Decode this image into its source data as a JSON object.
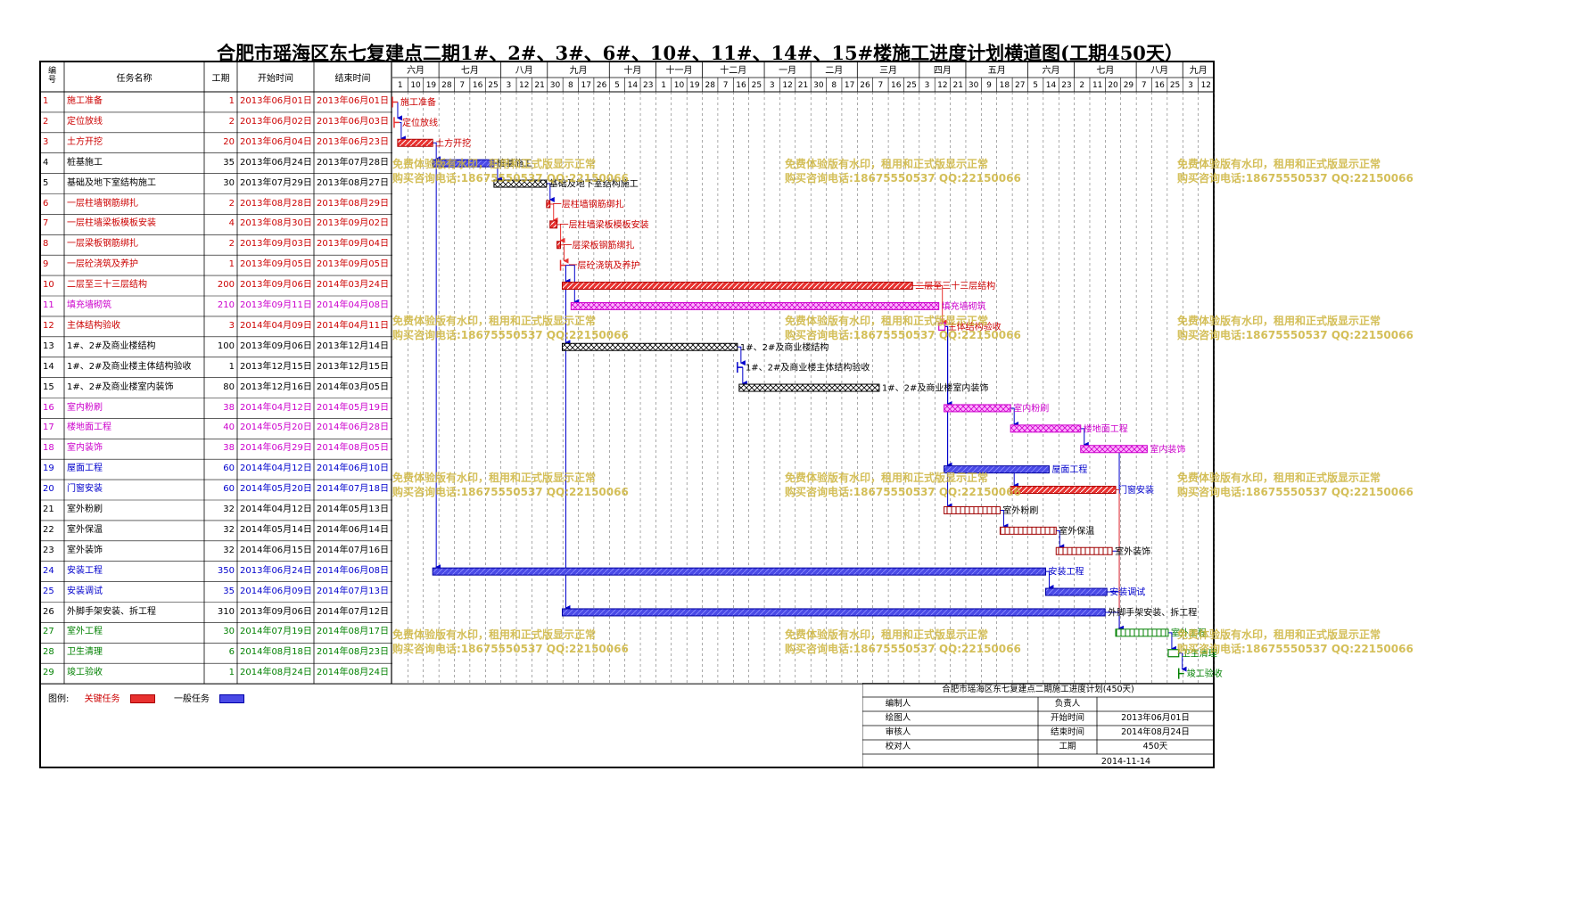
{
  "title": "合肥市瑶海区东七复建点二期1#、2#、3#、6#、10#、11#、14#、15#楼施工进度计划横道图(工期450天）",
  "table_headers": {
    "id": "编号",
    "name": "任务名称",
    "duration": "工期",
    "start": "开始时间",
    "end": "结束时间"
  },
  "colors": {
    "critical": "#e8312f",
    "general": "#4040e0",
    "red_text": "#cc0000",
    "blue_text": "#0000cc",
    "magenta_text": "#cc00cc",
    "green_text": "#008000",
    "black_text": "#000000"
  },
  "chart_data": {
    "type": "gantt",
    "months": [
      {
        "label": "六月",
        "days": [
          1,
          10,
          19
        ]
      },
      {
        "label": "七月",
        "days": [
          28,
          7,
          16,
          25
        ]
      },
      {
        "label": "八月",
        "days": [
          3,
          12,
          21
        ]
      },
      {
        "label": "九月",
        "days": [
          30,
          8,
          17,
          26
        ]
      },
      {
        "label": "十月",
        "days": [
          5,
          14,
          23
        ]
      },
      {
        "label": "十一月",
        "days": [
          1,
          10,
          19
        ]
      },
      {
        "label": "十二月",
        "days": [
          28,
          7,
          16,
          25
        ]
      },
      {
        "label": "一月",
        "days": [
          3,
          12,
          21
        ]
      },
      {
        "label": "二月",
        "days": [
          30,
          8,
          17
        ]
      },
      {
        "label": "三月",
        "days": [
          26,
          7,
          16,
          25
        ]
      },
      {
        "label": "四月",
        "days": [
          3,
          12,
          21
        ]
      },
      {
        "label": "五月",
        "days": [
          30,
          9,
          18,
          27
        ]
      },
      {
        "label": "六月",
        "days": [
          5,
          14,
          23
        ]
      },
      {
        "label": "七月",
        "days": [
          2,
          11,
          20,
          29
        ]
      },
      {
        "label": "八月",
        "days": [
          7,
          16,
          25
        ]
      },
      {
        "label": "九月",
        "days": [
          3,
          12
        ]
      }
    ],
    "tasks": [
      {
        "id": "1",
        "name": "施工准备",
        "duration": "1",
        "start": "2013年06月01日",
        "end": "2013年06月01日",
        "s": 0,
        "d": 1,
        "color": "red",
        "style": "milestone"
      },
      {
        "id": "2",
        "name": "定位放线",
        "duration": "2",
        "start": "2013年06月02日",
        "end": "2013年06月03日",
        "s": 1,
        "d": 2,
        "color": "red",
        "style": "milestone"
      },
      {
        "id": "3",
        "name": "土方开挖",
        "duration": "20",
        "start": "2013年06月04日",
        "end": "2013年06月23日",
        "s": 3,
        "d": 20,
        "color": "red",
        "style": "critical"
      },
      {
        "id": "4",
        "name": "桩基施工",
        "duration": "35",
        "start": "2013年06月24日",
        "end": "2013年07月28日",
        "s": 23,
        "d": 35,
        "color": "black",
        "style": "general"
      },
      {
        "id": "5",
        "name": "基础及地下室结构施工",
        "duration": "30",
        "start": "2013年07月29日",
        "end": "2013年08月27日",
        "s": 58,
        "d": 30,
        "color": "black",
        "style": "hatch"
      },
      {
        "id": "6",
        "name": "一层柱墙钢筋绑扎",
        "duration": "2",
        "start": "2013年08月28日",
        "end": "2013年08月29日",
        "s": 88,
        "d": 2,
        "color": "red",
        "style": "critical"
      },
      {
        "id": "7",
        "name": "一层柱墙梁板模板安装",
        "duration": "4",
        "start": "2013年08月30日",
        "end": "2013年09月02日",
        "s": 90,
        "d": 4,
        "color": "red",
        "style": "critical"
      },
      {
        "id": "8",
        "name": "一层梁板钢筋绑扎",
        "duration": "2",
        "start": "2013年09月03日",
        "end": "2013年09月04日",
        "s": 94,
        "d": 2,
        "color": "red",
        "style": "critical"
      },
      {
        "id": "9",
        "name": "一层砼浇筑及养护",
        "duration": "1",
        "start": "2013年09月05日",
        "end": "2013年09月05日",
        "s": 96,
        "d": 1,
        "color": "red",
        "style": "milestone"
      },
      {
        "id": "10",
        "name": "二层至三十三层结构",
        "duration": "200",
        "start": "2013年09月06日",
        "end": "2014年03月24日",
        "s": 97,
        "d": 200,
        "color": "red",
        "style": "critical"
      },
      {
        "id": "11",
        "name": "填充墙砌筑",
        "duration": "210",
        "start": "2013年09月11日",
        "end": "2014年04月08日",
        "s": 102,
        "d": 210,
        "color": "magenta",
        "style": "mhatch"
      },
      {
        "id": "12",
        "name": "主体结构验收",
        "duration": "3",
        "start": "2014年04月09日",
        "end": "2014年04月11日",
        "s": 312,
        "d": 3,
        "color": "red",
        "style": "mbox"
      },
      {
        "id": "13",
        "name": "1#、2#及商业楼结构",
        "duration": "100",
        "start": "2013年09月06日",
        "end": "2013年12月14日",
        "s": 97,
        "d": 100,
        "color": "black",
        "style": "hatch"
      },
      {
        "id": "14",
        "name": "1#、2#及商业楼主体结构验收",
        "duration": "1",
        "start": "2013年12月15日",
        "end": "2013年12月15日",
        "s": 197,
        "d": 1,
        "color": "black",
        "style": "bmilestone"
      },
      {
        "id": "15",
        "name": "1#、2#及商业楼室内装饰",
        "duration": "80",
        "start": "2013年12月16日",
        "end": "2014年03月05日",
        "s": 198,
        "d": 80,
        "color": "black",
        "style": "hatch"
      },
      {
        "id": "16",
        "name": "室内粉刷",
        "duration": "38",
        "start": "2014年04月12日",
        "end": "2014年05月19日",
        "s": 315,
        "d": 38,
        "color": "magenta",
        "style": "mhatch"
      },
      {
        "id": "17",
        "name": "楼地面工程",
        "duration": "40",
        "start": "2014年05月20日",
        "end": "2014年06月28日",
        "s": 353,
        "d": 40,
        "color": "magenta",
        "style": "mhatch"
      },
      {
        "id": "18",
        "name": "室内装饰",
        "duration": "38",
        "start": "2014年06月29日",
        "end": "2014年08月05日",
        "s": 393,
        "d": 38,
        "color": "magenta",
        "style": "mhatch"
      },
      {
        "id": "19",
        "name": "屋面工程",
        "duration": "60",
        "start": "2014年04月12日",
        "end": "2014年06月10日",
        "s": 315,
        "d": 60,
        "color": "blue",
        "style": "general"
      },
      {
        "id": "20",
        "name": "门窗安装",
        "duration": "60",
        "start": "2014年05月20日",
        "end": "2014年07月18日",
        "s": 353,
        "d": 60,
        "color": "blue",
        "style": "critical"
      },
      {
        "id": "21",
        "name": "室外粉刷",
        "duration": "32",
        "start": "2014年04月12日",
        "end": "2014年05月13日",
        "s": 315,
        "d": 32,
        "color": "black",
        "style": "dred"
      },
      {
        "id": "22",
        "name": "室外保温",
        "duration": "32",
        "start": "2014年05月14日",
        "end": "2014年06月14日",
        "s": 347,
        "d": 32,
        "color": "black",
        "style": "dred"
      },
      {
        "id": "23",
        "name": "室外装饰",
        "duration": "32",
        "start": "2014年06月15日",
        "end": "2014年07月16日",
        "s": 379,
        "d": 32,
        "color": "black",
        "style": "dred"
      },
      {
        "id": "24",
        "name": "安装工程",
        "duration": "350",
        "start": "2013年06月24日",
        "end": "2014年06月08日",
        "s": 23,
        "d": 350,
        "color": "blue",
        "style": "general"
      },
      {
        "id": "25",
        "name": "安装调试",
        "duration": "35",
        "start": "2014年06月09日",
        "end": "2014年07月13日",
        "s": 373,
        "d": 35,
        "color": "blue",
        "style": "general"
      },
      {
        "id": "26",
        "name": "外脚手架安装、拆工程",
        "duration": "310",
        "start": "2013年09月06日",
        "end": "2014年07月12日",
        "s": 97,
        "d": 310,
        "color": "black",
        "style": "general"
      },
      {
        "id": "27",
        "name": "室外工程",
        "duration": "30",
        "start": "2014年07月19日",
        "end": "2014年08月17日",
        "s": 413,
        "d": 30,
        "color": "green",
        "style": "ghatch"
      },
      {
        "id": "28",
        "name": "卫生清理",
        "duration": "6",
        "start": "2014年08月18日",
        "end": "2014年08月23日",
        "s": 443,
        "d": 6,
        "color": "green",
        "style": "gbox"
      },
      {
        "id": "29",
        "name": "竣工验收",
        "duration": "1",
        "start": "2014年08月24日",
        "end": "2014年08月24日",
        "s": 449,
        "d": 1,
        "color": "green",
        "style": "gmilestone"
      }
    ],
    "links": [
      [
        1,
        2
      ],
      [
        2,
        3
      ],
      [
        3,
        4
      ],
      [
        4,
        5
      ],
      [
        5,
        6
      ],
      [
        6,
        7
      ],
      [
        7,
        8
      ],
      [
        8,
        9
      ],
      [
        9,
        10
      ],
      [
        9,
        13
      ],
      [
        9,
        11
      ],
      [
        10,
        12
      ],
      [
        12,
        16
      ],
      [
        12,
        19
      ],
      [
        12,
        21
      ],
      [
        13,
        14
      ],
      [
        14,
        15
      ],
      [
        16,
        17
      ],
      [
        17,
        18
      ],
      [
        18,
        27
      ],
      [
        21,
        22
      ],
      [
        22,
        23
      ],
      [
        23,
        27
      ],
      [
        4,
        24
      ],
      [
        24,
        25
      ],
      [
        25,
        27
      ],
      [
        19,
        20
      ],
      [
        20,
        27
      ],
      [
        9,
        26
      ],
      [
        26,
        27
      ],
      [
        27,
        28
      ],
      [
        28,
        29
      ]
    ]
  },
  "watermark": {
    "line1": "免费体验版有水印，租用和正式版显示正常",
    "line2": "购买咨询电话:18675550537 QQ:22150066"
  },
  "legend": {
    "label": "图例:",
    "critical": "关键任务",
    "general": "一般任务"
  },
  "infobox": {
    "title": "合肥市瑶海区东七复建点二期施工进度计划(450天)",
    "rows": [
      {
        "left": "编制人",
        "mid": "负责人",
        "right": ""
      },
      {
        "left": "绘图人",
        "mid": "开始时间",
        "right": "2013年06月01日"
      },
      {
        "left": "审核人",
        "mid": "结束时间",
        "right": "2014年08月24日"
      },
      {
        "left": "校对人",
        "mid": "工期",
        "right": "450天"
      }
    ],
    "date": "2014-11-14"
  }
}
